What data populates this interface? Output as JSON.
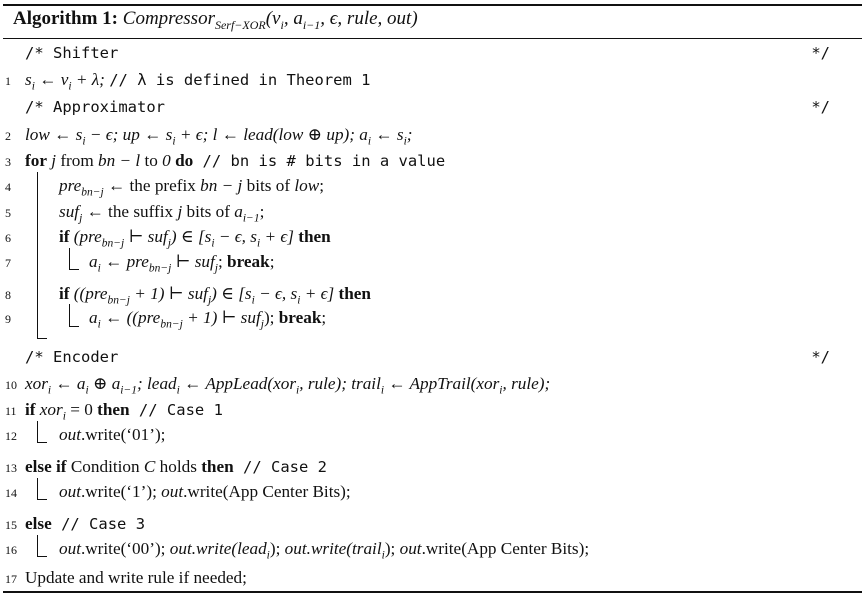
{
  "caption": {
    "label": "Algorithm 1:",
    "fn_name": "Compressor",
    "fn_sub": "Serf−XOR",
    "args": "(v",
    "args_i": "i",
    "args_rest": ", a",
    "args_sub2": "i−1",
    "args_tail": ", ϵ, rule, out)"
  },
  "lines": [
    {
      "num": "",
      "text": "/* Shifter",
      "end": "*/"
    },
    {
      "num": "1",
      "a": "s",
      "a_sub": "i",
      "b": " ← v",
      "b_sub": "i",
      "c": " + λ; ",
      "d": "// λ is defined in Theorem 1"
    },
    {
      "num": "",
      "text": "/* Approximator",
      "end": "*/"
    },
    {
      "num": "2",
      "text": "low ← s",
      "s1": "i",
      "t2": " − ϵ; up ← s",
      "s2": "i",
      "t3": " + ϵ; l ← lead(low ⊕ up); a",
      "s3": "i",
      "t4": " ← s",
      "s4": "i",
      "t5": ";"
    },
    {
      "num": "3",
      "kw": "for",
      "t1": " j ",
      "t2": "from",
      "t3": " bn − l ",
      "t4": "to",
      "t5": " 0 ",
      "kw2": "do",
      "cmt": " // bn is # bits in a value"
    },
    {
      "num": "4",
      "t1": "pre",
      "s1": "bn−j",
      "t2": " ← the prefix ",
      "t3": "bn − j",
      "t4": " bits of ",
      "t5": "low",
      "t6": ";"
    },
    {
      "num": "5",
      "t1": "suf",
      "s1": "j",
      "t2": " ← the suffix ",
      "t3": "j",
      "t4": " bits of ",
      "t5": "a",
      "s2": "i−1",
      "t6": ";"
    },
    {
      "num": "6",
      "kw": "if",
      "t1": " (pre",
      "s1": "bn−j",
      "t2": " ⊢ suf",
      "s2": "j",
      "t3": ") ∈ [s",
      "s3": "i",
      "t4": " − ϵ, s",
      "s4": "i",
      "t5": " + ϵ] ",
      "kw2": "then"
    },
    {
      "num": "7",
      "t1": "a",
      "s1": "i",
      "t2": " ← pre",
      "s2": "bn−j",
      "t3": " ⊢ suf",
      "s3": "j",
      "t4": "; ",
      "kw": "break",
      "t5": ";"
    },
    {
      "num": "8",
      "kw": "if",
      "t1": " ((pre",
      "s1": "bn−j",
      "t2": " + 1) ⊢ suf",
      "s2": "j",
      "t3": ") ∈ [s",
      "s3": "i",
      "t4": " − ϵ, s",
      "s4": "i",
      "t5": " + ϵ] ",
      "kw2": "then"
    },
    {
      "num": "9",
      "t1": "a",
      "s1": "i",
      "t2": " ← ((pre",
      "s2": "bn−j",
      "t3": " + 1) ⊢ suf",
      "s3": "j",
      "t4": "); ",
      "kw": "break",
      "t5": ";"
    },
    {
      "num": "",
      "text": "/* Encoder",
      "end": "*/"
    },
    {
      "num": "10",
      "t1": "xor",
      "s1": "i",
      "t2": " ← a",
      "s2": "i",
      "t3": " ⊕ a",
      "s3": "i−1",
      "t4": "; lead",
      "s4": "i",
      "t5": " ← AppLead(xor",
      "s5": "i",
      "t6": ", rule); trail",
      "s6": "i",
      "t7": " ← AppTrail(xor",
      "s7": "i",
      "t8": ", rule);"
    },
    {
      "num": "11",
      "kw": "if",
      "t1": " xor",
      "s1": "i",
      "t2": " = 0 ",
      "kw2": "then",
      "cmt": " // Case 1"
    },
    {
      "num": "12",
      "t1": "out",
      "t2": ".write(‘01’);"
    },
    {
      "num": "13",
      "kw": "else if",
      "t1": " Condition ",
      "t2": "C",
      "t3": " holds ",
      "kw2": "then",
      "cmt": " // Case 2"
    },
    {
      "num": "14",
      "t1": "out",
      "t2": ".write(‘1’); ",
      "t3": "out",
      "t4": ".write(App Center Bits);"
    },
    {
      "num": "15",
      "kw": "else",
      "cmt": " // Case 3"
    },
    {
      "num": "16",
      "t1": "out",
      "t2": ".write(‘00’); ",
      "t3": "out",
      "t4": ".write(lead",
      "s1": "i",
      "t5": "); ",
      "t6": "out",
      "t7": ".write(trail",
      "s2": "i",
      "t8": "); ",
      "t9": "out",
      "t10": ".write(App Center Bits);"
    },
    {
      "num": "17",
      "text": "Update and write rule if needed;"
    }
  ]
}
